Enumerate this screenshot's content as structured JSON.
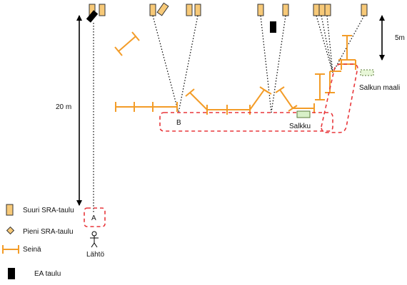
{
  "colors": {
    "target_fill": "#f7c978",
    "target_stroke": "#333333",
    "wall": "#f39c28",
    "zone": "#e8363a",
    "crate_fill": "#d8f0c8",
    "crate_stroke": "#5a7a3a",
    "ea_fill": "#000000"
  },
  "labels": {
    "distance_20m": "20 m",
    "distance_5m": "5m",
    "point_b": "B",
    "salkku": "Salkku",
    "salkun_maali": "Salkun maali",
    "start_box": "A",
    "start": "Lähtö"
  },
  "legend": {
    "suuri": "Suuri SRA-taulu",
    "pieni": "Pieni SRA-taulu",
    "seina": "Seinä",
    "ea": "EA taulu"
  }
}
